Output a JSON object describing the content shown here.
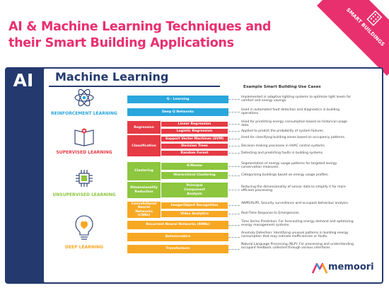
{
  "title": "AI & Machine Learning Techniques and their Smart Building Applications",
  "corner_badge": "SMART BUILDINGS",
  "ai_label": "AI",
  "ml_title": "Machine Learning",
  "use_case_header": "Example Smart Building Use Cases",
  "brand": "memoori",
  "colors": {
    "title": "#e8306f",
    "panel": "#243a6e",
    "reinforcement": "#29a6dc",
    "supervised": "#e63b45",
    "unsupervised": "#8dc63f",
    "deep": "#f7a823"
  },
  "categories": [
    {
      "label": "REINFORCEMENT LEARNING",
      "icon": "atom-icon"
    },
    {
      "label": "SUPERVISED LEARNING",
      "icon": "book-icon"
    },
    {
      "label": "UNSUPERVISED LEARNING",
      "icon": "chip-icon"
    },
    {
      "label": "DEEP LEARNING",
      "icon": "brain-bulb-icon"
    }
  ],
  "reinforcement": {
    "techniques": [
      "Q - Learning",
      "Deep Q Networks"
    ],
    "use_cases": [
      "Implemented in adaptive lighting systems to optimize light levels for comfort and energy savings.",
      "Used in automated fault detection and diagnostics in building operations."
    ]
  },
  "supervised": {
    "groups": [
      "Regression",
      "Classification"
    ],
    "techniques": [
      "Linear Regression",
      "Logistic Regression",
      "Support Vector Machines (SVM)",
      "Decision Trees",
      "Random Forest"
    ],
    "use_cases": [
      "Used for predicting energy consumption based on historical usage data.",
      "Applied to predict the probability of system failures.",
      "Used for classifying building zones based on occupancy patterns.",
      "Decision-making processes in HVAC control systems.",
      "Detecting and predicting faults in building systems."
    ]
  },
  "unsupervised": {
    "groups": [
      "Clustering",
      "Dimensionality Reduction"
    ],
    "techniques": [
      "K-Means",
      "Hierarchical Clustering",
      "Principal Component Analysis"
    ],
    "use_cases": [
      "Segmentation of energy usage patterns for targeted energy conservation measures.",
      "Categorizing buildings based on energy usage profiles.",
      "Reducing the dimensionality of sensor data to simplify it for more efficient processing."
    ]
  },
  "deep": {
    "groups": [
      "Convolutional Neural Networks (CNNs)"
    ],
    "techniques": [
      "Image/Object Recognition",
      "Video Analytics",
      "Recurrent Neural Networks (RNNs)",
      "Autoencoders",
      "Transformers"
    ],
    "use_cases": [
      "ANPR/ALPR, Security surveillance and occupant behaviour analysis.",
      "Real-Time Response to Emergencies.",
      "Time Series Prediction: For forecasting energy demand and optimizing energy management systems.",
      "Anomaly Detection: Identifying unusual patterns in building energy consumption that may indicate inefficiencies or faults.",
      "Natural Language Processing (NLP): For processing and understanding occupant feedback collected through various interfaces."
    ]
  }
}
